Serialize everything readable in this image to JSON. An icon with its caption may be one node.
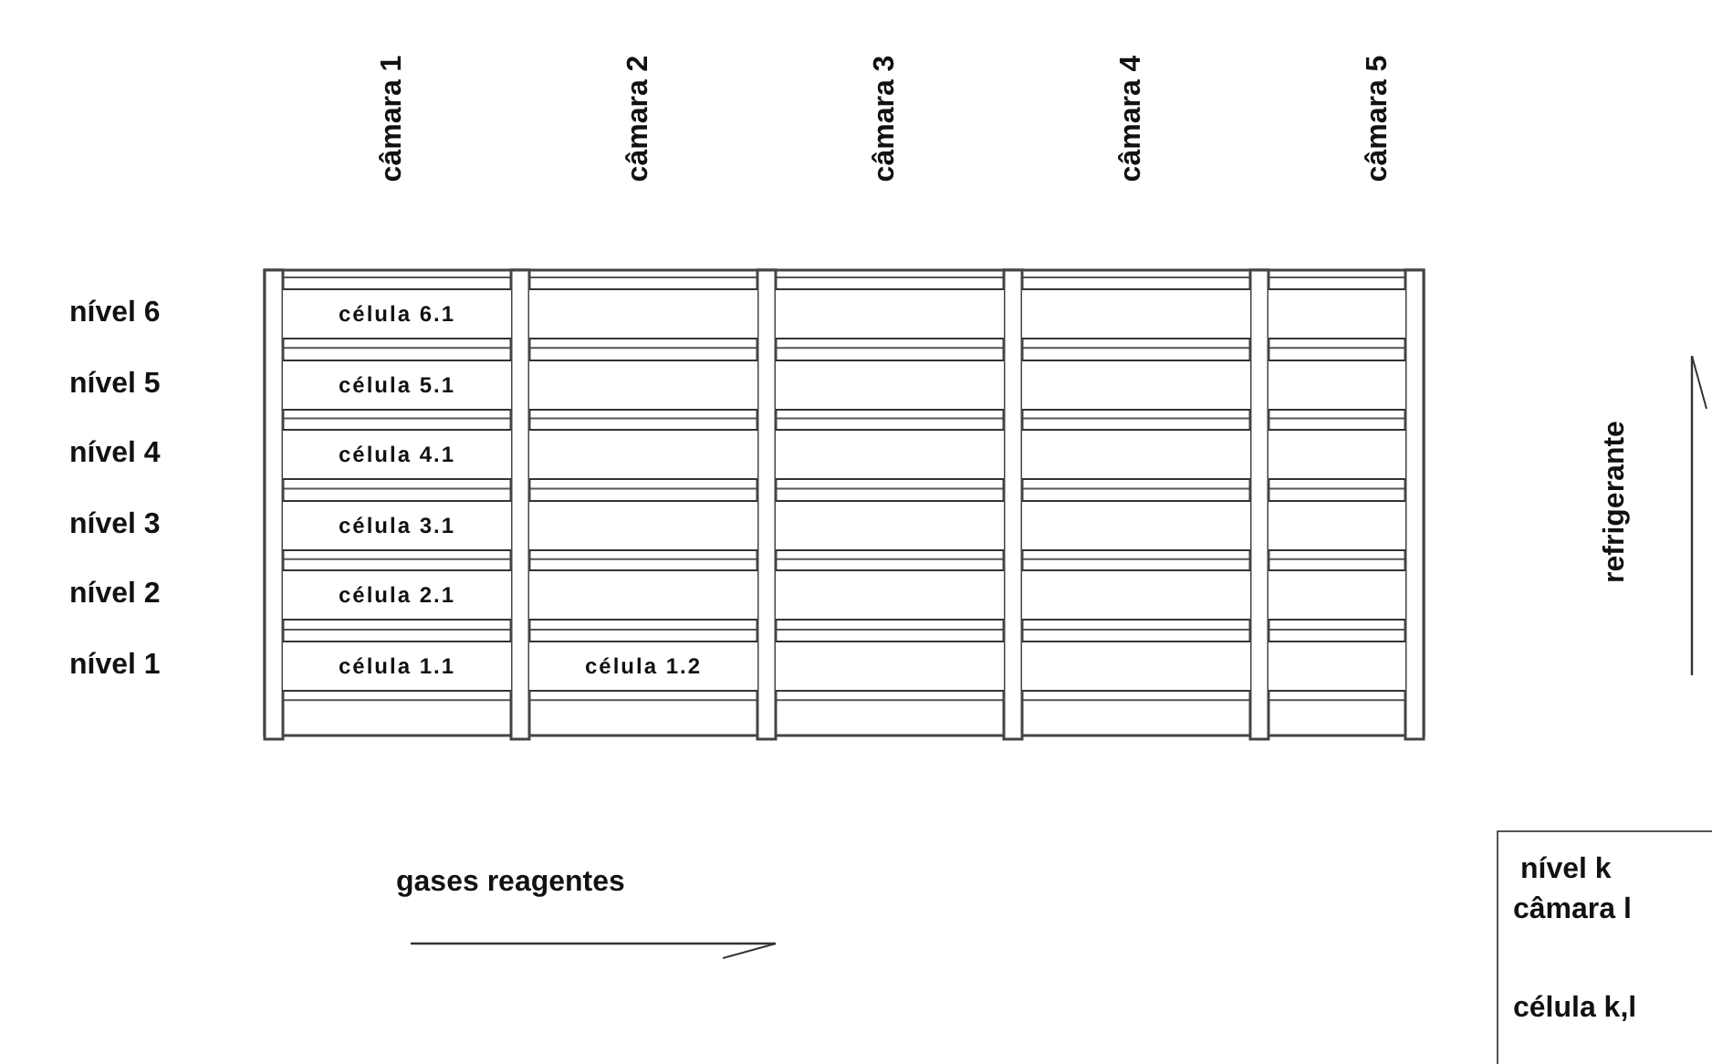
{
  "diagram": {
    "nodes": [
      {
        "text": [
          "célula 6.1"
        ]
      },
      {
        "text": [],
        "shape": "box"
      },
      {
        "text": [],
        "shape": "box"
      },
      {
        "text": [],
        "shape": "box"
      },
      {
        "text": [],
        "shape": "box"
      },
      {
        "text": [
          "célula 5.1"
        ]
      },
      {
        "text": [],
        "shape": "box"
      },
      {
        "text": [],
        "shape": "box"
      },
      {
        "text": [],
        "shape": "box"
      },
      {
        "text": [],
        "shape": "box"
      },
      {
        "text": [
          "célula 4.1"
        ]
      },
      {
        "text": [],
        "shape": "box"
      },
      {
        "text": [],
        "shape": "box"
      },
      {
        "text": [],
        "shape": "box"
      },
      {
        "text": [],
        "shape": "box"
      },
      {
        "text": [
          "célula 3.1"
        ]
      },
      {
        "text": [],
        "shape": "box"
      },
      {
        "text": [],
        "shape": "box"
      },
      {
        "text": [],
        "shape": "box"
      },
      {
        "text": [],
        "shape": "box"
      },
      {
        "text": [
          "célula 2.1"
        ]
      },
      {
        "text": [],
        "shape": "box"
      },
      {
        "text": [],
        "shape": "box"
      },
      {
        "text": [],
        "shape": "box"
      },
      {
        "text": [],
        "shape": "box"
      },
      {
        "text": [
          "célula 1.1"
        ]
      },
      {
        "text": [
          "célula 1.2"
        ]
      },
      {
        "text": [],
        "shape": "box"
      },
      {
        "text": [],
        "shape": "box"
      },
      {
        "text": [],
        "shape": "box"
      },
      {
        "text": [
          "nível k",
          "câmara l",
          "célula k,l"
        ]
      }
    ],
    "edges": [],
    "labels": [
      "câmara 1",
      "câmara 2",
      "câmara 3",
      "câmara 4",
      "câmara 5",
      "nível 6",
      "nível 5",
      "nível 4",
      "nível 3",
      "nível 2",
      "nível 1",
      "refrigerante",
      "gases reagentes"
    ]
  }
}
